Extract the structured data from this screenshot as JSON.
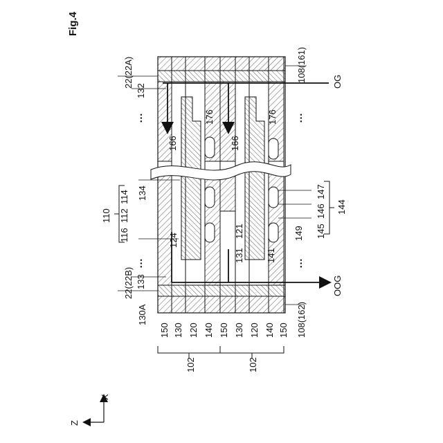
{
  "figure": {
    "title": "Fig.4",
    "labels": {
      "l_22A": "22(22A)",
      "l_132": "132",
      "l_22B": "22(22B)",
      "l_133": "133",
      "l_130A": "130A",
      "l_110": "110",
      "l_116": "116",
      "l_112": "112",
      "l_114": "114",
      "l_134": "134",
      "l_124": "124",
      "l_108_161": "108(161)",
      "l_108_162": "108(162)",
      "l_OG": "OG",
      "l_OOG": "OOG",
      "l_166a": "166",
      "l_166b": "166",
      "l_176a": "176",
      "l_176b": "176",
      "l_121": "121",
      "l_131": "131",
      "l_141": "141",
      "l_149": "149",
      "l_145": "145",
      "l_146": "146",
      "l_147": "147",
      "l_144": "144",
      "row_150a": "150",
      "row_130a": "130",
      "row_120a": "120",
      "row_140a": "140",
      "row_150b": "150",
      "row_130b": "130",
      "row_120b": "120",
      "row_140b": "140",
      "row_150c": "150",
      "l_102a": "102",
      "l_102b": "102",
      "axis_x": "X",
      "axis_z": "Z",
      "ellipsis_tl": "…",
      "ellipsis_tr": "…",
      "ellipsis_bl": "…",
      "ellipsis_br": "…"
    }
  }
}
